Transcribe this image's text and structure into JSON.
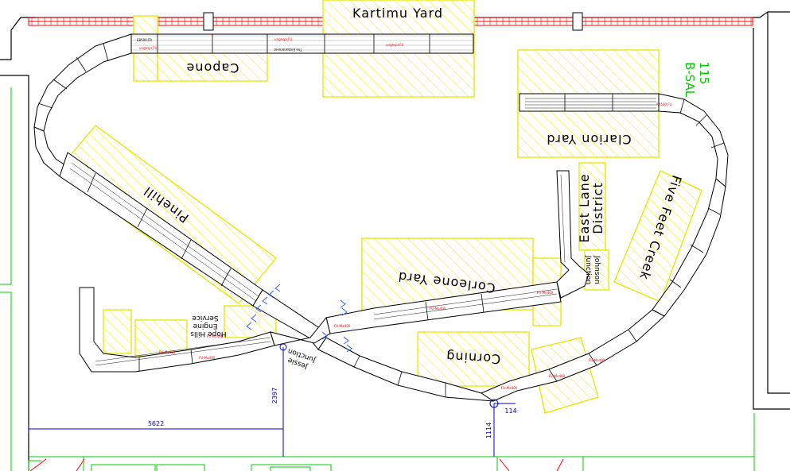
{
  "labels": {
    "kartimu_yard": "Kartimu Yard",
    "capone": "Capone",
    "clarion_yard": "Clarion Yard",
    "pinehill": "Pinehill",
    "east_lane_line1": "East Lane",
    "east_lane_line2": "District",
    "johnson_line1": "Johnson",
    "johnson_line2": "Junction",
    "five_feet_creek": "Five Feet Creek",
    "corleone_yard": "Corleone Yard",
    "corning": "Corning",
    "hope_hills_line1": "Hope Hills",
    "hope_hills_line2": "Engine",
    "hope_hills_line3": "Service",
    "jessie_line1": "Jessie",
    "jessie_line2": "Junction",
    "the_embankment": "The Embankment"
  },
  "room": {
    "number": "115",
    "name": "B-SAL"
  },
  "dimensions": {
    "horizontal": "5622",
    "vertical_left": "2397",
    "vertical_right": "1114",
    "small": "114"
  },
  "colors": {
    "wall": "#000000",
    "zone_outline": "#e6e600",
    "zone_hatch": "#f0f040",
    "dimension": "#0000cc",
    "room_lines": "#00cc00",
    "rail_wall": "#ff0000",
    "chevrons": "#3060ff"
  }
}
